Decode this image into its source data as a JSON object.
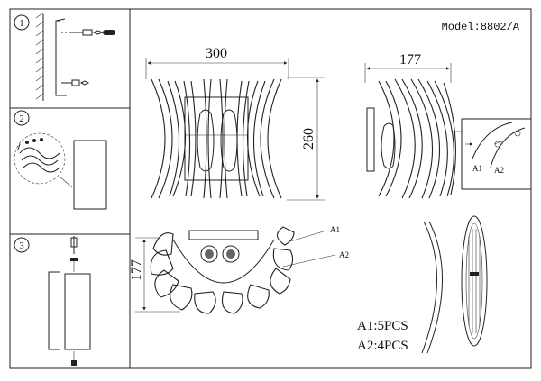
{
  "model": "Model:8802/A",
  "steps": [
    {
      "num": "1"
    },
    {
      "num": "2"
    },
    {
      "num": "3"
    }
  ],
  "front_view": {
    "width_dim": "300",
    "height_dim": "260"
  },
  "side_view": {
    "depth_dim": "177",
    "detail_labels": [
      "A1",
      "A2"
    ]
  },
  "top_view": {
    "depth_dim": "177",
    "callouts": [
      "A1",
      "A2"
    ]
  },
  "quantities": [
    {
      "label": "A1:5PCS"
    },
    {
      "label": "A2:4PCS"
    }
  ]
}
